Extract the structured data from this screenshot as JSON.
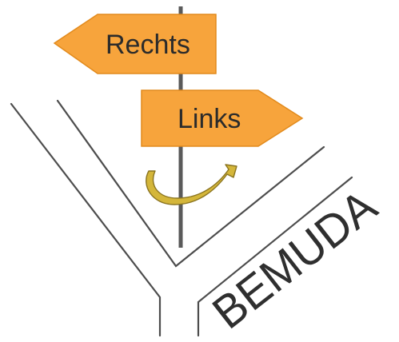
{
  "logo": {
    "sign_top": "Rechts",
    "sign_bottom": "Links",
    "brand": "BEMUDA"
  },
  "colors": {
    "sign_fill": "#f7a43c",
    "sign_stroke": "#e28a1c",
    "pole": "#5a5a5a",
    "road_lines": "#4d4d4d",
    "arrow_fill": "#d4b63a",
    "text": "#2b2b2b"
  },
  "icons": {
    "turn_arrow": "curved-arrow-icon"
  }
}
